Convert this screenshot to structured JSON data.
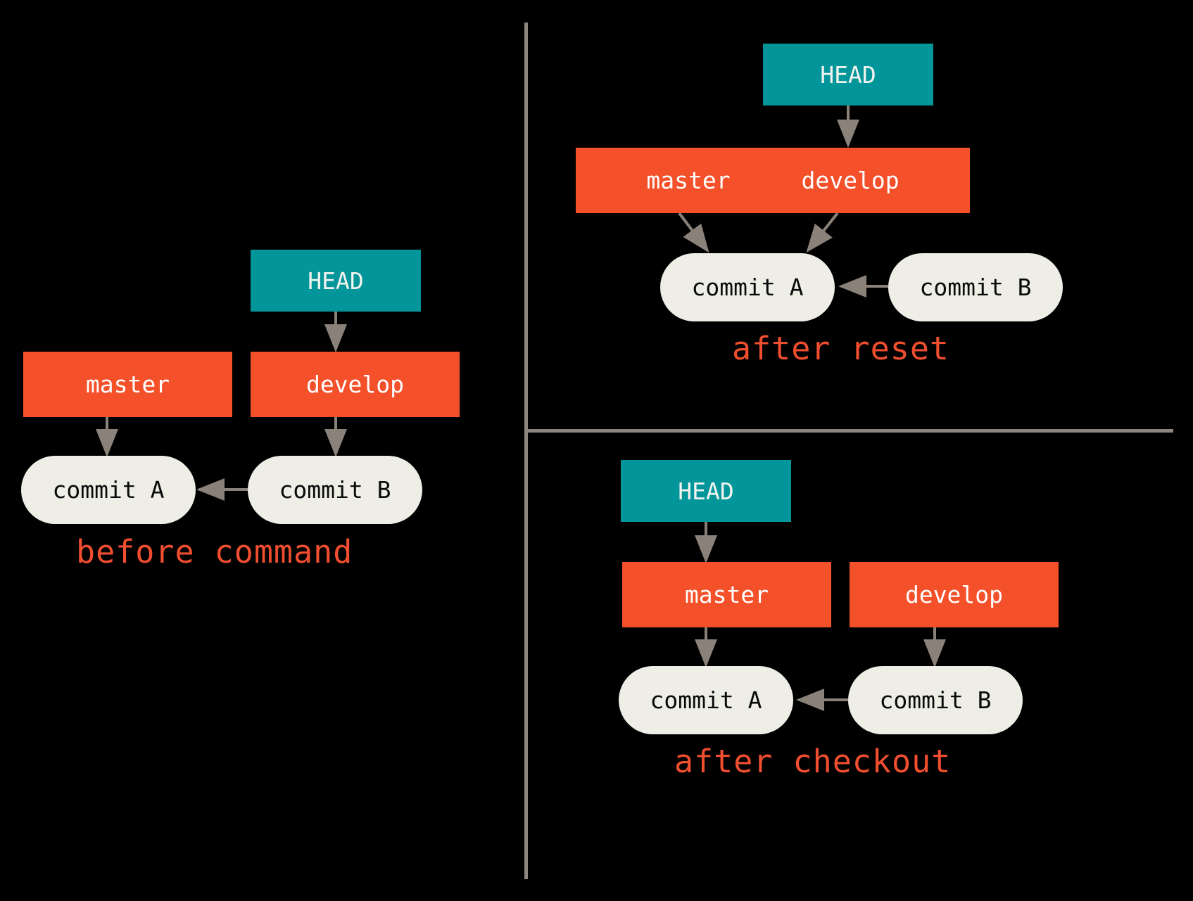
{
  "figure": {
    "title": "git reset vs git checkout branch pointer movement",
    "background_color": "#000000",
    "divider_color": "#8d867c",
    "arrow_color": "#8a8279",
    "head_color": "#029599",
    "branch_color": "#f4502a",
    "commit_color": "#eeeee6",
    "caption_color": "#f04e2f"
  },
  "panels": {
    "before": {
      "caption": "before command",
      "head": {
        "label": "HEAD"
      },
      "branches": [
        {
          "label": "master"
        },
        {
          "label": "develop"
        }
      ],
      "commits": [
        {
          "label": "commit A"
        },
        {
          "label": "commit B"
        }
      ]
    },
    "after_reset": {
      "caption": "after reset",
      "head": {
        "label": "HEAD"
      },
      "branches": [
        {
          "label": "master"
        },
        {
          "label": "develop"
        }
      ],
      "commits": [
        {
          "label": "commit A"
        },
        {
          "label": "commit B"
        }
      ]
    },
    "after_checkout": {
      "caption": "after checkout",
      "head": {
        "label": "HEAD"
      },
      "branches": [
        {
          "label": "master"
        },
        {
          "label": "develop"
        }
      ],
      "commits": [
        {
          "label": "commit A"
        },
        {
          "label": "commit B"
        }
      ]
    }
  }
}
